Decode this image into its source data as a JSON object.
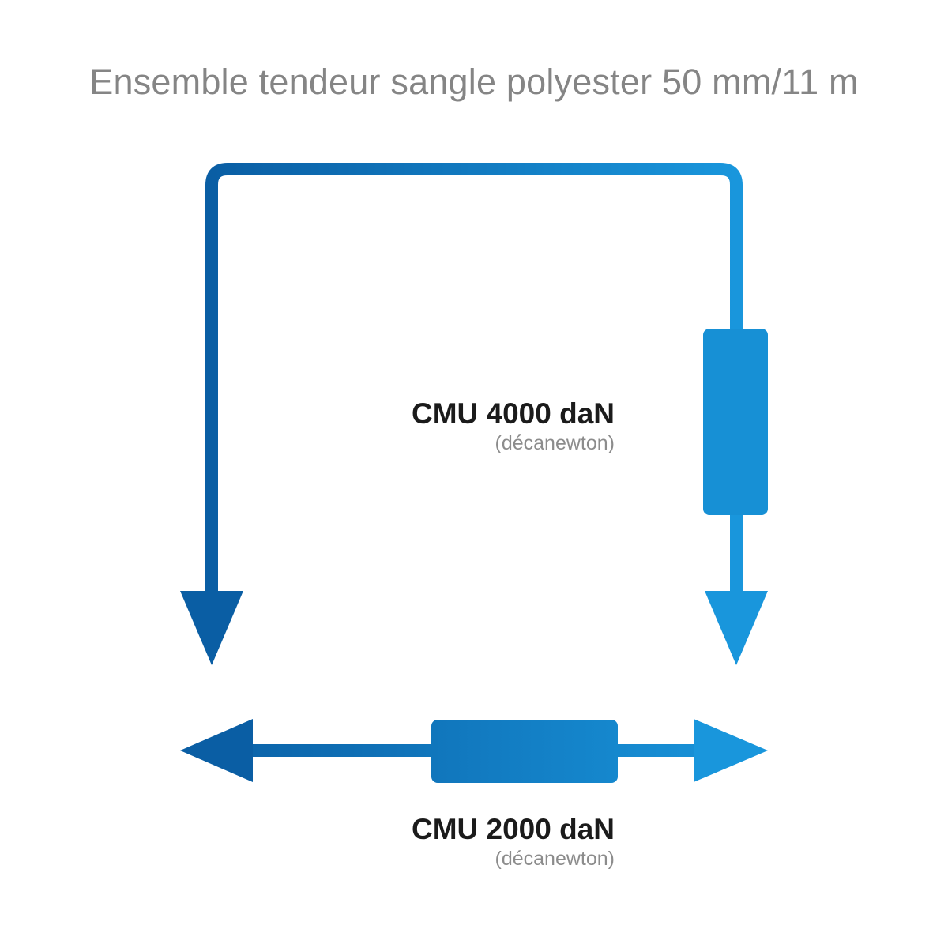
{
  "title": "Ensemble tendeur sangle polyester 50 mm/11 m",
  "colors": {
    "dark_blue": "#0A5EA4",
    "light_blue": "#1996DC",
    "title_gray": "#858585",
    "label_black": "#1B1B1B",
    "subtext_gray": "#8C8C8C"
  },
  "loop_config": {
    "cmu_value": "CMU 4000 daN",
    "cmu_unit": "(décanewton)"
  },
  "straight_config": {
    "cmu_value": "CMU 2000 daN",
    "cmu_unit": "(décanewton)"
  }
}
